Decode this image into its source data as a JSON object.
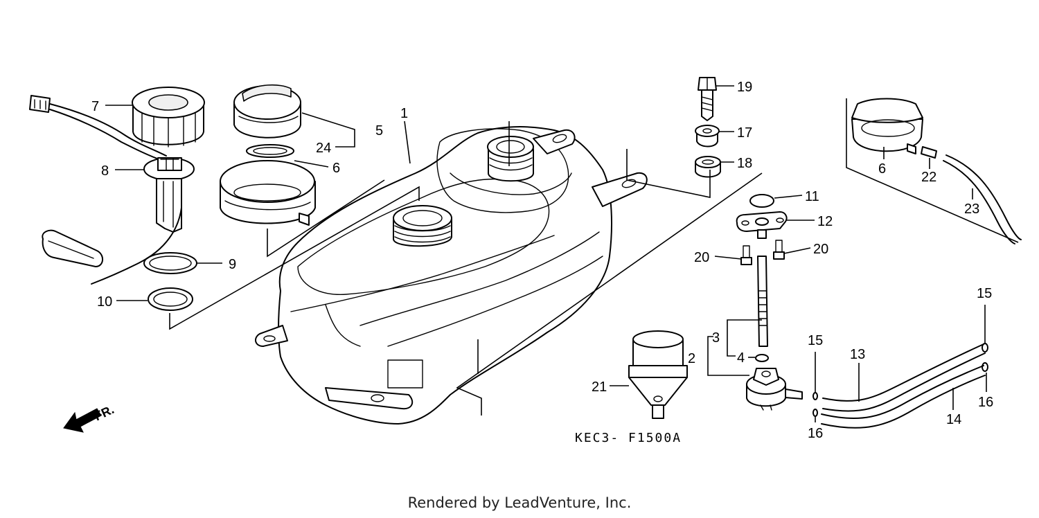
{
  "diagram": {
    "callouts": {
      "c1": "1",
      "c2": "2",
      "c3": "3",
      "c4": "4",
      "c5": "5",
      "c6a": "6",
      "c6b": "6",
      "c7": "7",
      "c8": "8",
      "c9": "9",
      "c10": "10",
      "c11": "11",
      "c12": "12",
      "c13": "13",
      "c14": "14",
      "c15a": "15",
      "c15b": "15",
      "c16a": "16",
      "c16b": "16",
      "c17": "17",
      "c18": "18",
      "c19": "19",
      "c20a": "20",
      "c20b": "20",
      "c21": "21",
      "c22": "22",
      "c23": "23",
      "c24": "24"
    },
    "diagram_code": "KEC3- F1500A",
    "direction_label": "FR.",
    "footer": "Rendered by LeadVenture, Inc."
  }
}
